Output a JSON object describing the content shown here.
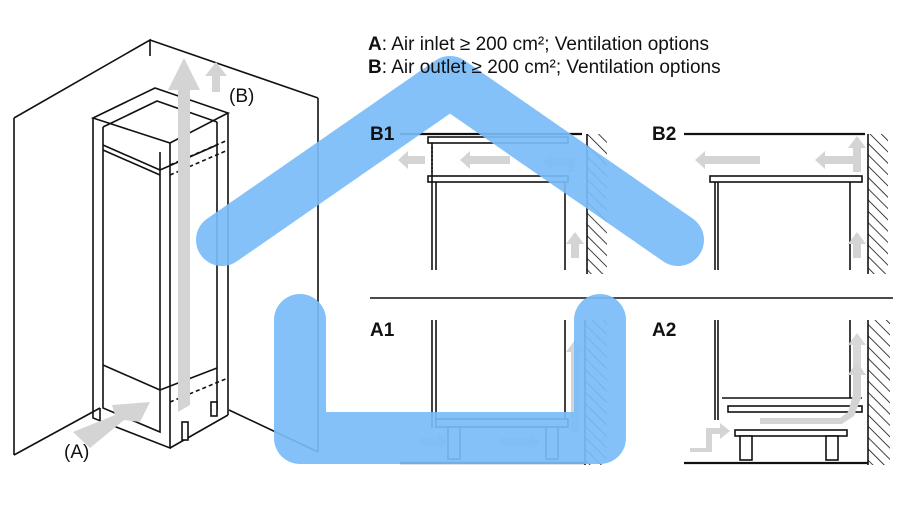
{
  "legend": {
    "a_key": "A",
    "a_text": ": Air inlet ≥ 200 cm²; Ventilation options",
    "b_key": "B",
    "b_text": ": Air outlet ≥ 200 cm²; Ventilation options"
  },
  "labels": {
    "cabinet_inlet": "(A)",
    "cabinet_outlet": "(B)",
    "panel_b1": "B1",
    "panel_b2": "B2",
    "panel_a1": "A1",
    "panel_a2": "A2"
  },
  "colors": {
    "watermark": "#7bbcf8",
    "air_arrow": "#d4d4d4",
    "line": "#111111"
  },
  "icons": {
    "watermark": "house-icon"
  }
}
